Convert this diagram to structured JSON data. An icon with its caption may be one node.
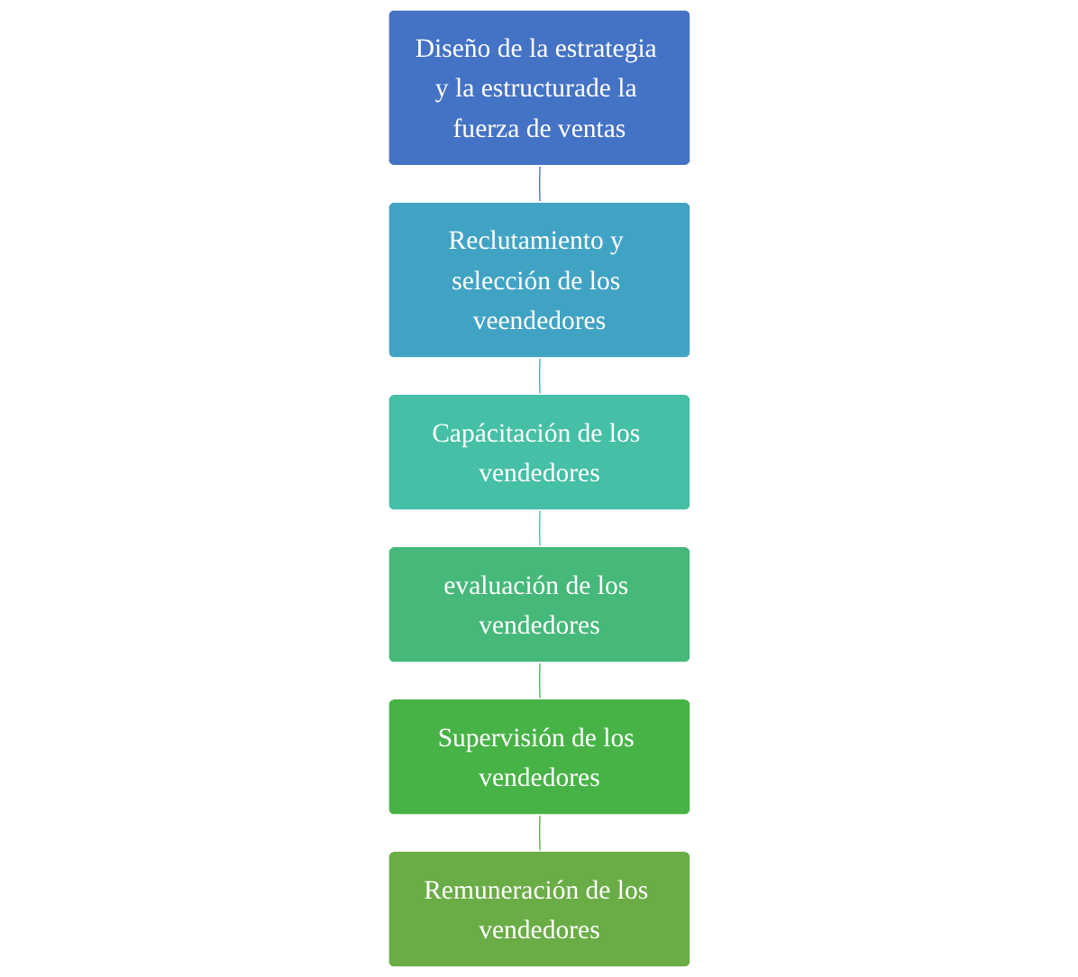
{
  "diagram": {
    "nodes": [
      {
        "text": [
          "Diseño de la estrategia y la estructurade la fuerza de ventas"
        ]
      },
      {
        "text": [
          "Reclutamiento y selección de los veendedores"
        ]
      },
      {
        "text": [
          "Capácitación de los vendedores"
        ]
      },
      {
        "text": [
          "evaluación de los vendedores"
        ]
      },
      {
        "text": [
          "Supervisión de los vendedores"
        ]
      },
      {
        "text": [
          "Remuneración de los vendedores"
        ]
      }
    ],
    "edges": [
      {
        "from": 0,
        "to": 1,
        "arrow": "none",
        "color": "#4472c4"
      },
      {
        "from": 1,
        "to": 2,
        "arrow": "none",
        "color": "#42a8c2"
      },
      {
        "from": 2,
        "to": 3,
        "arrow": "none",
        "color": "#44bd94"
      },
      {
        "from": 3,
        "to": 4,
        "arrow": "none",
        "color": "#46b65a"
      },
      {
        "from": 4,
        "to": 5,
        "arrow": "none",
        "color": "#62ab44"
      }
    ]
  }
}
